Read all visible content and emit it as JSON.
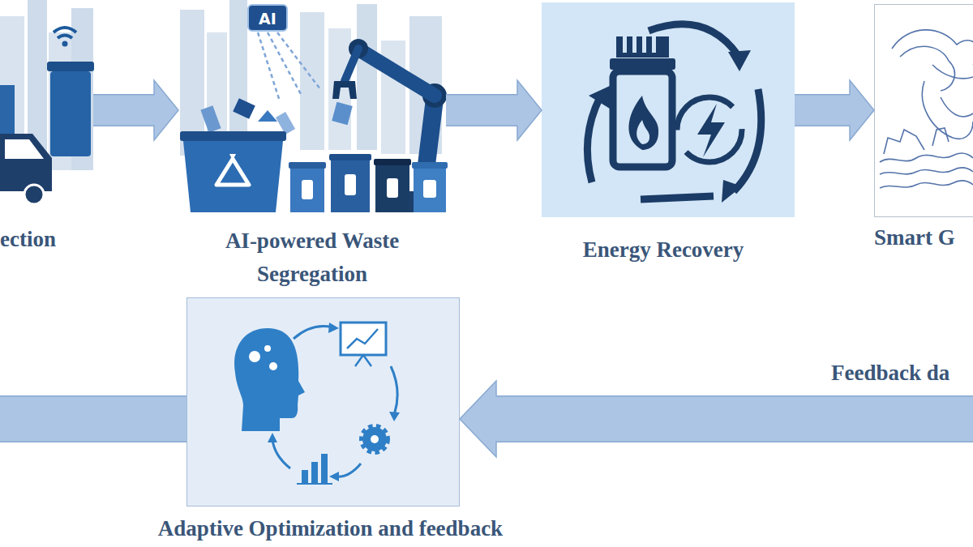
{
  "diagram": {
    "nodes": [
      {
        "text": [
          "ection"
        ]
      },
      {
        "text": [
          "AI-powered Waste Segregation"
        ]
      },
      {
        "text": [
          "Energy Recovery"
        ]
      },
      {
        "text": [
          "Smart G"
        ]
      },
      {
        "text": [
          "Adaptive Optimization and feedback"
        ]
      }
    ],
    "edges": [
      {
        "from": 0,
        "to": 1,
        "arrow": "to"
      },
      {
        "from": 1,
        "to": 2,
        "arrow": "to"
      },
      {
        "from": 2,
        "to": 3,
        "arrow": "to"
      },
      {
        "from": 3,
        "to": 4,
        "label": "Feedback da",
        "arrow": "to"
      },
      {
        "from": 4,
        "to": 0,
        "arrow": "none"
      }
    ],
    "labels": [
      "AI"
    ]
  }
}
